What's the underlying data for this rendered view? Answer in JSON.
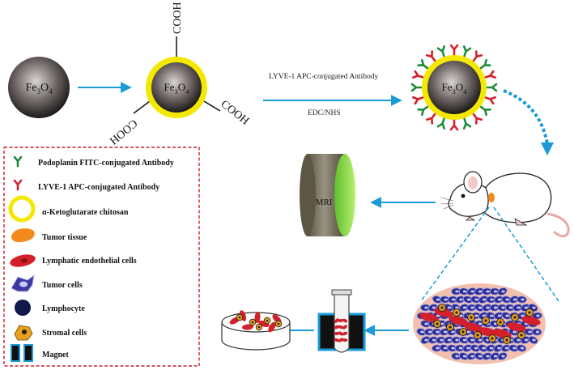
{
  "particles": {
    "core_label_main": "Fe",
    "core_label_sub3": "3",
    "core_label_O": "O",
    "core_label_sub4": "4",
    "cooh": "COOH"
  },
  "arrow_labels": {
    "top": "LYVE-1 APC-conjugated Antibody",
    "bottom": "EDC/NHS"
  },
  "mri": {
    "label": "MRI"
  },
  "legend": {
    "items": [
      {
        "label": "Podoplanin FITC-conjugated Antibody",
        "icon": "green-y-antibody-icon"
      },
      {
        "label": "LYVE-1 APC-conjugated Antibody",
        "icon": "red-y-antibody-icon"
      },
      {
        "label": "α-Ketoglutarate chitosan",
        "icon": "yellow-ring-icon"
      },
      {
        "label": "Tumor tissue",
        "icon": "orange-tissue-icon"
      },
      {
        "label": "Lymphatic endothelial cells",
        "icon": "red-cell-icon"
      },
      {
        "label": "Tumor cells",
        "icon": "blue-tumor-cell-icon"
      },
      {
        "label": "Lymphocyte",
        "icon": "navy-lymphocyte-icon"
      },
      {
        "label": "Stromal cells",
        "icon": "orange-stromal-cell-icon"
      },
      {
        "label": "Magnet",
        "icon": "magnet-icon"
      }
    ]
  },
  "colors": {
    "arrow": "#1a9ad6",
    "ring": "#f5e800",
    "core": "#3a3434",
    "green_ab": "#1e8a3c",
    "red_ab": "#d3202a",
    "mri_left": "#6b6450",
    "mri_right": "#8bd63c",
    "legend_border": "#c8202a"
  }
}
